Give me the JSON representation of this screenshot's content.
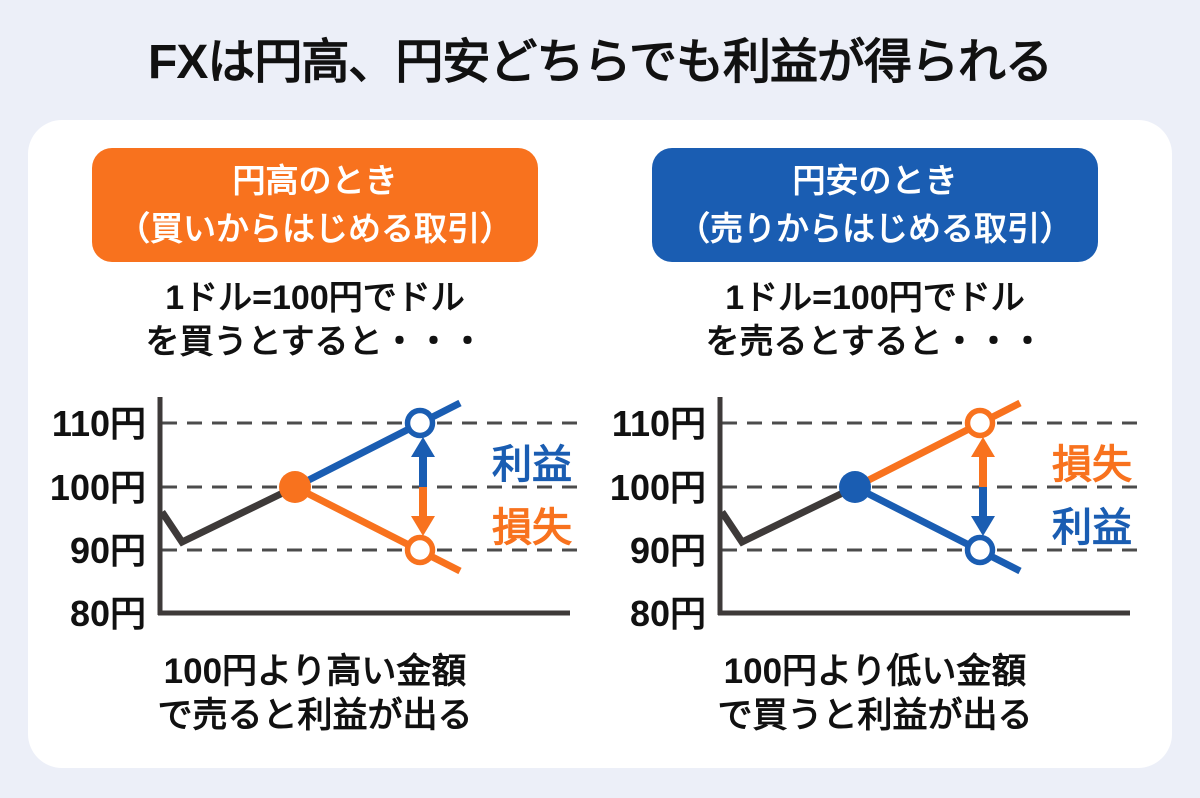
{
  "colors": {
    "bg": "#ECEFF8",
    "card": "#FFFFFF",
    "orange": "#F8721E",
    "blue": "#1A5DB2",
    "dark": "#3E3A39",
    "grid": "#4C4C4C",
    "text": "#111111"
  },
  "title": "FXは円高、円安どちらでも利益が得られる",
  "panels": [
    {
      "header_line1": "円高のとき",
      "header_line2": "（買いからはじめる取引）",
      "subtitle_line1": "1ドル=100円でドル",
      "subtitle_line2": "を買うとすると・・・",
      "yticks": [
        "110円",
        "100円",
        "90円",
        "80円"
      ],
      "upper_label": "利益",
      "lower_label": "損失",
      "caption_line1": "100円より高い金額",
      "caption_line2": "で売ると利益が出る"
    },
    {
      "header_line1": "円安のとき",
      "header_line2": "（売りからはじめる取引）",
      "subtitle_line1": "1ドル=100円でドル",
      "subtitle_line2": "を売るとすると・・・",
      "yticks": [
        "110円",
        "100円",
        "90円",
        "80円"
      ],
      "upper_label": "損失",
      "lower_label": "利益",
      "caption_line1": "100円より低い金額",
      "caption_line2": "で買うと利益が出る"
    }
  ],
  "chart_data": [
    {
      "type": "line",
      "panel": "円高のとき（買いからはじめる取引）",
      "yticks": [
        "110円",
        "100円",
        "90円",
        "80円"
      ],
      "ylim_yen": [
        80,
        114
      ],
      "grid": true,
      "entry_marker": {
        "yen": 100,
        "style": "filled",
        "color": "#F8721E"
      },
      "series": [
        {
          "name": "price-history",
          "color": "#3E3A39",
          "values_yen": [
            95,
            91,
            100
          ]
        },
        {
          "name": "rise-branch",
          "color": "#1A5DB2",
          "values_yen": [
            100,
            110,
            113
          ],
          "open_marker_yen": 110,
          "label": "利益"
        },
        {
          "name": "fall-branch",
          "color": "#F8721E",
          "values_yen": [
            100,
            90,
            87
          ],
          "open_marker_yen": 90,
          "label": "損失"
        }
      ],
      "arrow": {
        "from_yen": 100,
        "up_to_yen": 110,
        "up_color": "#1A5DB2",
        "down_to_yen": 90,
        "down_color": "#F8721E"
      }
    },
    {
      "type": "line",
      "panel": "円安のとき（売りからはじめる取引）",
      "yticks": [
        "110円",
        "100円",
        "90円",
        "80円"
      ],
      "ylim_yen": [
        80,
        114
      ],
      "grid": true,
      "entry_marker": {
        "yen": 100,
        "style": "filled",
        "color": "#1A5DB2"
      },
      "series": [
        {
          "name": "price-history",
          "color": "#3E3A39",
          "values_yen": [
            95,
            91,
            100
          ]
        },
        {
          "name": "rise-branch",
          "color": "#F8721E",
          "values_yen": [
            100,
            110,
            113
          ],
          "open_marker_yen": 110,
          "label": "損失"
        },
        {
          "name": "fall-branch",
          "color": "#1A5DB2",
          "values_yen": [
            100,
            90,
            87
          ],
          "open_marker_yen": 90,
          "label": "利益"
        }
      ],
      "arrow": {
        "from_yen": 100,
        "up_to_yen": 110,
        "up_color": "#F8721E",
        "down_to_yen": 90,
        "down_color": "#1A5DB2"
      }
    }
  ]
}
